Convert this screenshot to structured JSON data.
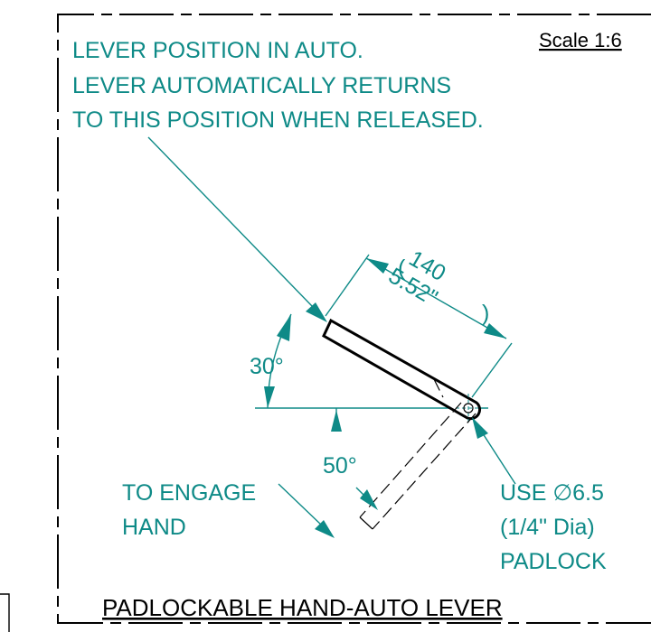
{
  "title": "PADLOCKABLE HAND-AUTO LEVER",
  "scale_label": "Scale 1:6",
  "notes": {
    "auto_position": [
      "LEVER POSITION IN AUTO.",
      "LEVER AUTOMATICALLY RETURNS",
      "TO THIS POSITION WHEN RELEASED."
    ],
    "hand_position": [
      "TO ENGAGE",
      "HAND"
    ],
    "padlock": [
      "USE ∅6.5",
      "(1/4\" Dia)",
      "PADLOCK"
    ]
  },
  "dimensions": {
    "length_mm": "140",
    "length_in": "5.52\"",
    "angle_auto": "30°",
    "angle_hand": "50°"
  },
  "colors": {
    "annotation": "#0e8a87",
    "outline": "#000000"
  }
}
